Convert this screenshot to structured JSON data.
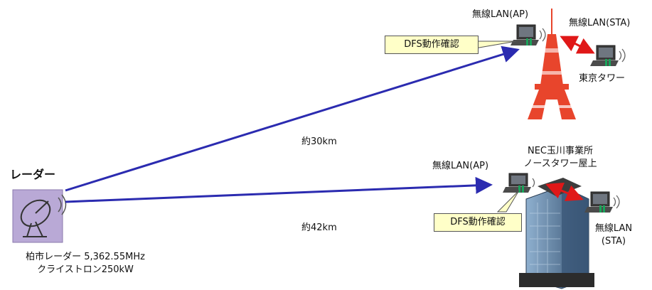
{
  "radar": {
    "title": "レーダー",
    "caption_line1": "柏市レーダー 5,362.55MHz",
    "caption_line2": "クライストロン250kW"
  },
  "links": [
    {
      "distance": "約30km"
    },
    {
      "distance": "約42km"
    }
  ],
  "tokyo_tower": {
    "ap_label": "無線LAN(AP)",
    "sta_label": "無線LAN(STA)",
    "callout": "DFS動作確認",
    "site_name": "東京タワー"
  },
  "nec_site": {
    "site_name_line1": "NEC玉川事業所",
    "site_name_line2": "ノースタワー屋上",
    "ap_label": "無線LAN(AP)",
    "callout": "DFS動作確認",
    "sta_label_line1": "無線LAN",
    "sta_label_line2": "(STA)"
  },
  "colors": {
    "signal_arrow": "#2b2bb0",
    "link_arrow": "#e01818",
    "tower": "#e8452c",
    "callout_fill": "#ffffc8",
    "radar_box": "#b9a9d6"
  }
}
